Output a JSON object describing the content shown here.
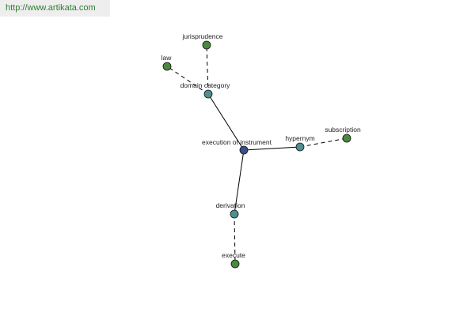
{
  "site": {
    "url_text": "http://www.artikata.com"
  },
  "colors": {
    "center": "#3b4f8f",
    "relation": "#4f8f8f",
    "leaf": "#4a8a3e"
  },
  "graph": {
    "nodes": [
      {
        "id": "execution-of-instrument",
        "label": "execution of instrument",
        "kind": "center"
      },
      {
        "id": "domain-category",
        "label": "domain category",
        "kind": "relation"
      },
      {
        "id": "hypernym",
        "label": "hypernym",
        "kind": "relation"
      },
      {
        "id": "derivation",
        "label": "derivation",
        "kind": "relation"
      },
      {
        "id": "jurisprudence",
        "label": "jurisprudence",
        "kind": "leaf"
      },
      {
        "id": "law",
        "label": "law",
        "kind": "leaf"
      },
      {
        "id": "subscription",
        "label": "subscription",
        "kind": "leaf"
      },
      {
        "id": "execute",
        "label": "execute",
        "kind": "leaf"
      }
    ],
    "edges": [
      {
        "from": "execution-of-instrument",
        "to": "domain-category",
        "style": "solid"
      },
      {
        "from": "execution-of-instrument",
        "to": "hypernym",
        "style": "solid"
      },
      {
        "from": "execution-of-instrument",
        "to": "derivation",
        "style": "solid"
      },
      {
        "from": "domain-category",
        "to": "jurisprudence",
        "style": "dashed"
      },
      {
        "from": "domain-category",
        "to": "law",
        "style": "dashed"
      },
      {
        "from": "hypernym",
        "to": "subscription",
        "style": "dashed"
      },
      {
        "from": "derivation",
        "to": "execute",
        "style": "dashed"
      }
    ]
  }
}
